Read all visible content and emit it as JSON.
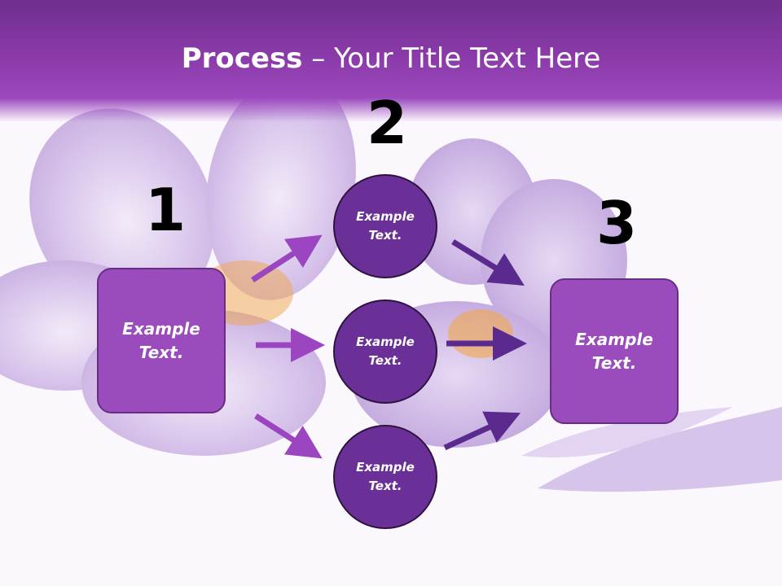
{
  "slide": {
    "title_bold": "Process",
    "title_rest": " – Your Title Text Here"
  },
  "steps": [
    {
      "number": "1",
      "label": "Example\nText."
    },
    {
      "number": "2"
    },
    {
      "number": "3",
      "label": "Example\nText."
    }
  ],
  "circles": [
    {
      "label": "Example\nText."
    },
    {
      "label": "Example\nText."
    },
    {
      "label": "Example\nText."
    }
  ],
  "colors": {
    "header": "#8a3aa8",
    "box_fill": "#9a4cbd",
    "circle_fill": "#6a3097",
    "arrow_left": "#9b45c0",
    "arrow_right": "#5b2a8e"
  }
}
